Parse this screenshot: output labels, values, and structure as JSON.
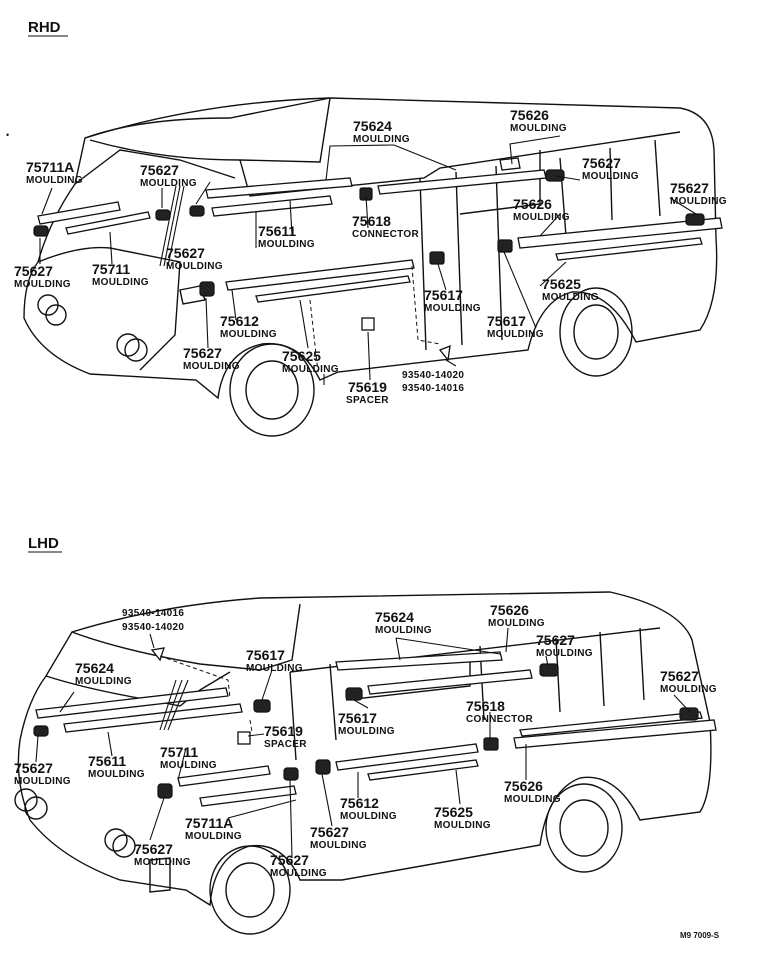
{
  "sections": {
    "rhd": "RHD",
    "lhd": "LHD"
  },
  "footer_ref": "M9 7009-S",
  "rhd_callouts": {
    "c1": {
      "num": "75711A",
      "name": "MOULDING"
    },
    "c2": {
      "num": "75627",
      "name": "MOULDING"
    },
    "c3": {
      "num": "75624",
      "name": "MOULDING"
    },
    "c4": {
      "num": "75626",
      "name": "MOULDING"
    },
    "c5": {
      "num": "75627",
      "name": "MOULDING"
    },
    "c6": {
      "num": "75627",
      "name": "MOULDING"
    },
    "c7": {
      "num": "75626",
      "name": "MOULDING"
    },
    "c8": {
      "num": "75611",
      "name": "MOULDING"
    },
    "c9": {
      "num": "75618",
      "name": "CONNECTOR"
    },
    "c10": {
      "num": "75627",
      "name": "MOULDING"
    },
    "c11": {
      "num": "75627",
      "name": "MOULDING"
    },
    "c12": {
      "num": "75711",
      "name": "MOULDING"
    },
    "c13": {
      "num": "75625",
      "name": "MOULDING"
    },
    "c14": {
      "num": "75617",
      "name": "MOULDING"
    },
    "c15": {
      "num": "75612",
      "name": "MOULDING"
    },
    "c16": {
      "num": "75617",
      "name": "MOULDING"
    },
    "c17": {
      "num": "75627",
      "name": "MOULDING"
    },
    "c18": {
      "num": "75625",
      "name": "MOULDING"
    },
    "c19": {
      "num": "75619",
      "name": "SPACER"
    },
    "bolt1": "93540-14020",
    "bolt2": "93540-14016"
  },
  "lhd_callouts": {
    "bolt1": "93540-14016",
    "bolt2": "93540-14020",
    "c1": {
      "num": "75624",
      "name": "MOULDING"
    },
    "c2": {
      "num": "75626",
      "name": "MOULDING"
    },
    "c3": {
      "num": "75627",
      "name": "MOULDING"
    },
    "c4": {
      "num": "75617",
      "name": "MOULDING"
    },
    "c5": {
      "num": "75624",
      "name": "MOULDING"
    },
    "c6": {
      "num": "75627",
      "name": "MOULDING"
    },
    "c7": {
      "num": "75617",
      "name": "MOULDING"
    },
    "c8": {
      "num": "75618",
      "name": "CONNECTOR"
    },
    "c9": {
      "num": "75619",
      "name": "SPACER"
    },
    "c10": {
      "num": "75611",
      "name": "MOULDING"
    },
    "c11": {
      "num": "75711",
      "name": "MOULDING"
    },
    "c12": {
      "num": "75627",
      "name": "MOULDING"
    },
    "c13": {
      "num": "75626",
      "name": "MOULDING"
    },
    "c14": {
      "num": "75612",
      "name": "MOULDING"
    },
    "c15": {
      "num": "75625",
      "name": "MOULDING"
    },
    "c16": {
      "num": "75711A",
      "name": "MOULDING"
    },
    "c17": {
      "num": "75627",
      "name": "MOULDING"
    },
    "c18": {
      "num": "75627",
      "name": "MOULDING"
    },
    "c19": {
      "num": "75627",
      "name": "MOULDING"
    }
  }
}
